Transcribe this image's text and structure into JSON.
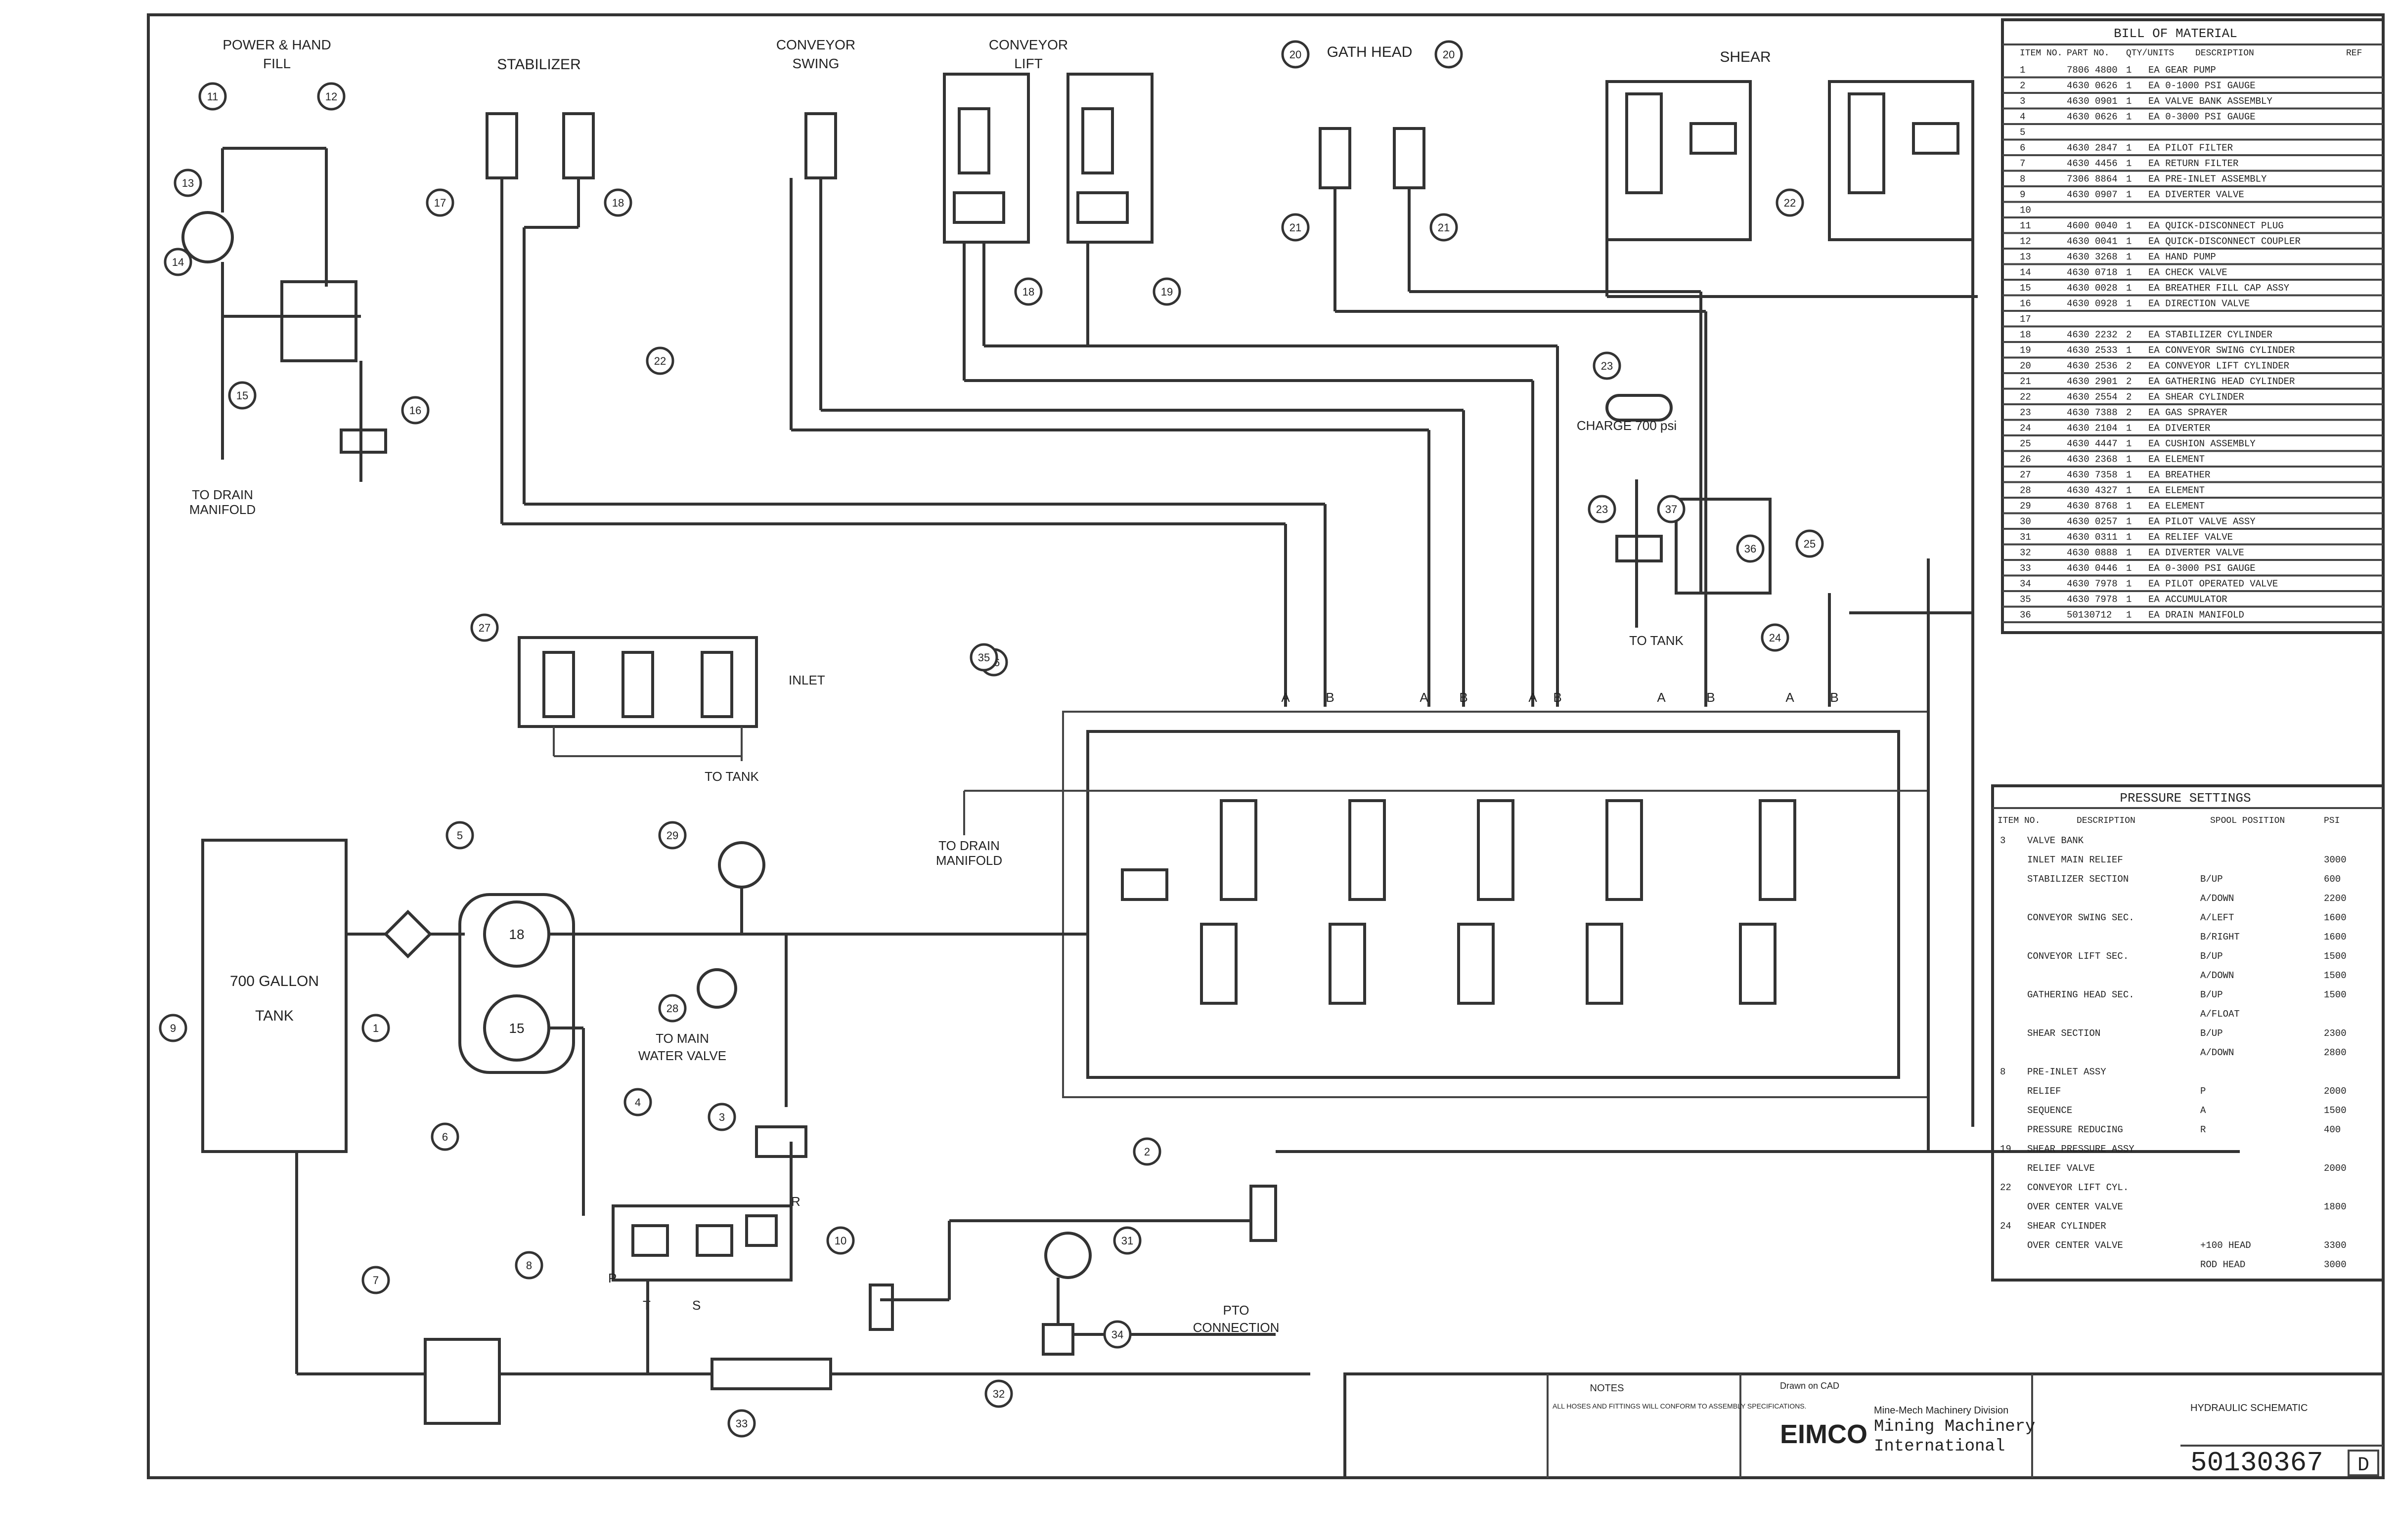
{
  "title_block": {
    "company_logo_text": "EIMCO",
    "company_division": "Mine-Mech Machinery Division",
    "company_name_line1": "Mining Machinery",
    "company_name_line2": "International",
    "drawing_title": "HYDRAULIC SCHEMATIC",
    "drawing_number": "50130367",
    "revision": "D",
    "drawn_on_label": "Drawn on CAD"
  },
  "component_labels": {
    "power_hand_fill": [
      "POWER & HAND",
      "FILL"
    ],
    "stabilizer": "STABILIZER",
    "conveyor_swing": [
      "CONVEYOR",
      "SWING"
    ],
    "conveyor_lift": [
      "CONVEYOR",
      "LIFT"
    ],
    "gath_head": "GATH HEAD",
    "shear": "SHEAR",
    "tank": [
      "700 GALLON",
      "TANK"
    ],
    "to_drain_manifold_1": [
      "TO DRAIN",
      "MANIFOLD"
    ],
    "to_drain_manifold_2": [
      "TO DRAIN",
      "MANIFOLD"
    ],
    "to_tank_1": "TO TANK",
    "to_tank_2": "TO TANK",
    "inlet": "INLET",
    "to_main_water_valve": [
      "TO MAIN",
      "WATER VALVE"
    ],
    "pto_connection": [
      "PTO",
      "CONNECTION"
    ],
    "charge_pressure": "CHARGE 700 psi",
    "pump_18": "18",
    "pump_15": "15",
    "port_a": "A",
    "port_b": "B",
    "port_p": "P",
    "port_t": "T",
    "port_s": "S",
    "port_r": "R"
  },
  "callouts": [
    "11",
    "12",
    "13",
    "14",
    "15",
    "16",
    "17",
    "18",
    "18",
    "19",
    "20",
    "20",
    "21",
    "21",
    "22",
    "22",
    "23",
    "23",
    "24",
    "25",
    "26",
    "27",
    "28",
    "29",
    "3",
    "4",
    "5",
    "6",
    "7",
    "8",
    "9",
    "1",
    "2",
    "10",
    "31",
    "32",
    "33",
    "34",
    "35",
    "36",
    "37"
  ],
  "bill_of_material": {
    "title": "BILL OF MATERIAL",
    "headers": [
      "ITEM NO.",
      "PART NO.",
      "QTY/UNITS",
      "DESCRIPTION",
      "REF"
    ],
    "rows": [
      [
        "1",
        "7806 4800",
        "1",
        "EA  GEAR PUMP"
      ],
      [
        "2",
        "4630 0626",
        "1",
        "EA  0-1000 PSI GAUGE"
      ],
      [
        "3",
        "4630 0901",
        "1",
        "EA  VALVE BANK ASSEMBLY"
      ],
      [
        "4",
        "4630 0626",
        "1",
        "EA  0-3000 PSI GAUGE"
      ],
      [
        "5",
        "",
        "",
        ""
      ],
      [
        "6",
        "4630 2847",
        "1",
        "EA  PILOT FILTER"
      ],
      [
        "7",
        "4630 4456",
        "1",
        "EA  RETURN FILTER"
      ],
      [
        "8",
        "7306 8864",
        "1",
        "EA  PRE-INLET ASSEMBLY"
      ],
      [
        "9",
        "4630 0907",
        "1",
        "EA  DIVERTER VALVE"
      ],
      [
        "10",
        "",
        "",
        ""
      ],
      [
        "11",
        "4600 0040",
        "1",
        "EA  QUICK-DISCONNECT PLUG"
      ],
      [
        "12",
        "4630 0041",
        "1",
        "EA  QUICK-DISCONNECT COUPLER"
      ],
      [
        "13",
        "4630 3268",
        "1",
        "EA  HAND PUMP"
      ],
      [
        "14",
        "4630 0718",
        "1",
        "EA  CHECK VALVE"
      ],
      [
        "15",
        "4630 0028",
        "1",
        "EA  BREATHER FILL CAP ASSY"
      ],
      [
        "16",
        "4630 0928",
        "1",
        "EA  DIRECTION VALVE"
      ],
      [
        "17",
        "",
        "",
        ""
      ],
      [
        "18",
        "4630 2232",
        "2",
        "EA  STABILIZER CYLINDER"
      ],
      [
        "19",
        "4630 2533",
        "1",
        "EA  CONVEYOR SWING CYLINDER"
      ],
      [
        "20",
        "4630 2536",
        "2",
        "EA  CONVEYOR LIFT CYLINDER"
      ],
      [
        "21",
        "4630 2901",
        "2",
        "EA  GATHERING HEAD CYLINDER"
      ],
      [
        "22",
        "4630 2554",
        "2",
        "EA  SHEAR CYLINDER"
      ],
      [
        "23",
        "4630 7388",
        "2",
        "EA  GAS SPRAYER"
      ],
      [
        "24",
        "4630 2104",
        "1",
        "EA  DIVERTER"
      ],
      [
        "25",
        "4630 4447",
        "1",
        "EA  CUSHION ASSEMBLY"
      ],
      [
        "26",
        "4630 2368",
        "1",
        "EA  ELEMENT"
      ],
      [
        "27",
        "4630 7358",
        "1",
        "EA  BREATHER"
      ],
      [
        "28",
        "4630 4327",
        "1",
        "EA  ELEMENT"
      ],
      [
        "29",
        "4630 8768",
        "1",
        "EA  ELEMENT"
      ],
      [
        "30",
        "4630 0257",
        "1",
        "EA  PILOT VALVE ASSY"
      ],
      [
        "31",
        "4630 0311",
        "1",
        "EA  RELIEF VALVE"
      ],
      [
        "32",
        "4630 0888",
        "1",
        "EA  DIVERTER VALVE"
      ],
      [
        "33",
        "4630 0446",
        "1",
        "EA  0-3000 PSI GAUGE"
      ],
      [
        "34",
        "4630 7978",
        "1",
        "EA  PILOT OPERATED VALVE"
      ],
      [
        "35",
        "4630 7978",
        "1",
        "EA  ACCUMULATOR"
      ],
      [
        "36",
        "50130712",
        "1",
        "EA  DRAIN MANIFOLD"
      ]
    ]
  },
  "pressure_settings": {
    "title": "PRESSURE SETTINGS",
    "headers": [
      "ITEM NO.",
      "DESCRIPTION",
      "SPOOL POSITION",
      "PSI"
    ],
    "rows": [
      [
        "3",
        "VALVE BANK",
        "",
        ""
      ],
      [
        "",
        "INLET MAIN RELIEF",
        "",
        "3000"
      ],
      [
        "",
        "STABILIZER SECTION",
        "B/UP",
        "600"
      ],
      [
        "",
        "",
        "A/DOWN",
        "2200"
      ],
      [
        "",
        "CONVEYOR SWING SEC.",
        "A/LEFT",
        "1600"
      ],
      [
        "",
        "",
        "B/RIGHT",
        "1600"
      ],
      [
        "",
        "CONVEYOR LIFT SEC.",
        "B/UP",
        "1500"
      ],
      [
        "",
        "",
        "A/DOWN",
        "1500"
      ],
      [
        "",
        "GATHERING HEAD SEC.",
        "B/UP",
        "1500"
      ],
      [
        "",
        "",
        "A/FLOAT",
        ""
      ],
      [
        "",
        "SHEAR SECTION",
        "B/UP",
        "2300"
      ],
      [
        "",
        "",
        "A/DOWN",
        "2800"
      ],
      [
        "8",
        "PRE-INLET ASSY",
        "",
        ""
      ],
      [
        "",
        "RELIEF",
        "P",
        "2000"
      ],
      [
        "",
        "SEQUENCE",
        "A",
        "1500"
      ],
      [
        "",
        "PRESSURE REDUCING",
        "R",
        "400"
      ],
      [
        "19",
        "SHEAR PRESSURE ASSY",
        "",
        ""
      ],
      [
        "",
        "RELIEF VALVE",
        "",
        "2000"
      ],
      [
        "22",
        "CONVEYOR LIFT CYL.",
        "",
        ""
      ],
      [
        "",
        "OVER CENTER VALVE",
        "",
        "1800"
      ],
      [
        "24",
        "SHEAR CYLINDER",
        "",
        ""
      ],
      [
        "",
        "OVER CENTER VALVE",
        "+100 HEAD",
        "3300"
      ],
      [
        "",
        "",
        "ROD HEAD",
        "3000"
      ]
    ]
  },
  "notes": {
    "title": "NOTES",
    "text": "ALL HOSES AND FITTINGS WILL CONFORM TO ASSEMBLY SPECIFICATIONS."
  }
}
